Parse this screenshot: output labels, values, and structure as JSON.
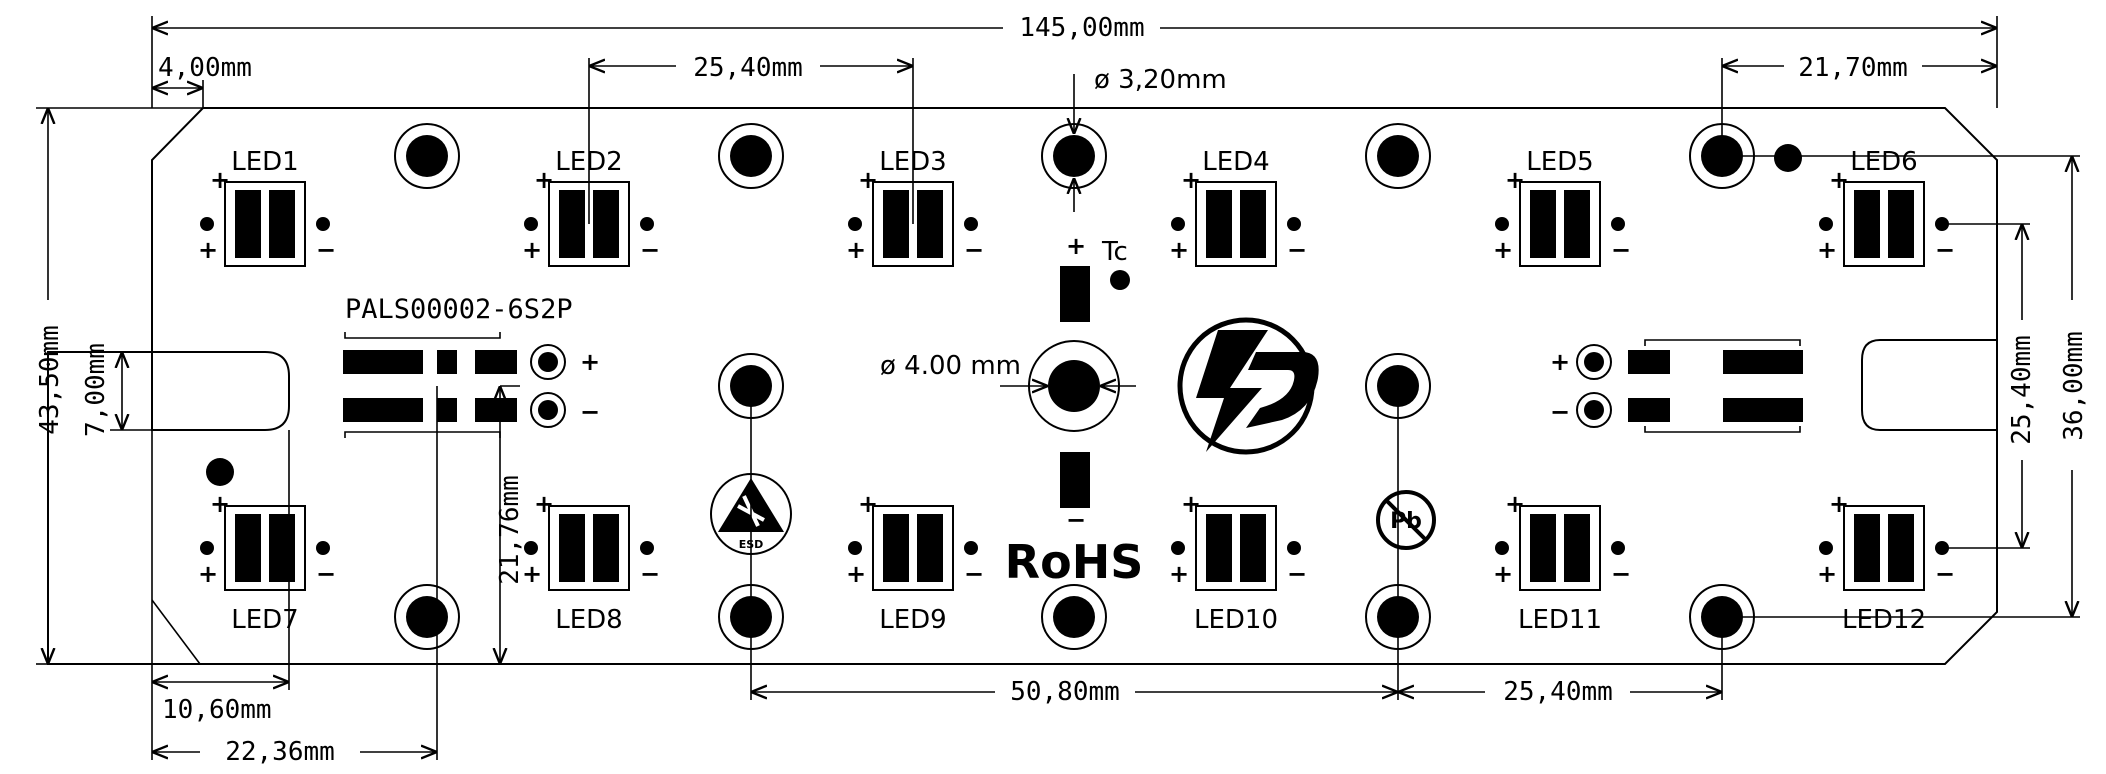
{
  "board": {
    "part_number": "PALS00002-6S2P",
    "leds": [
      "LED1",
      "LED2",
      "LED3",
      "LED4",
      "LED5",
      "LED6",
      "LED7",
      "LED8",
      "LED9",
      "LED10",
      "LED11",
      "LED12"
    ],
    "tc_label": "Tc",
    "rohs_label": "RoHS",
    "esd_label": "ESD",
    "pb_label": "Pb",
    "plus": "+",
    "minus": "−"
  },
  "dimensions": {
    "overall_width": "145,00mm",
    "corner_offset": "4,00mm",
    "led_pitch": "25,40mm",
    "hole_top": "ø 3,20mm",
    "hole_right_offset": "21,70mm",
    "overall_height": "43,50mm",
    "slot_height": "7,00mm",
    "center_hole": "ø 4.00 mm",
    "connector_vertical": "21,76mm",
    "hole_pitch_horizontal": "50,80mm",
    "hole_pitch_right": "25,40mm",
    "right_vertical_pitch": "25,40mm",
    "hole_vertical_pitch": "36,00mm",
    "slot_depth": "10,60mm",
    "connector_offset": "22,36mm"
  },
  "icons": {
    "logo": "lightning-logo-icon",
    "esd": "esd-warning-icon",
    "pb_free": "pb-free-icon"
  }
}
